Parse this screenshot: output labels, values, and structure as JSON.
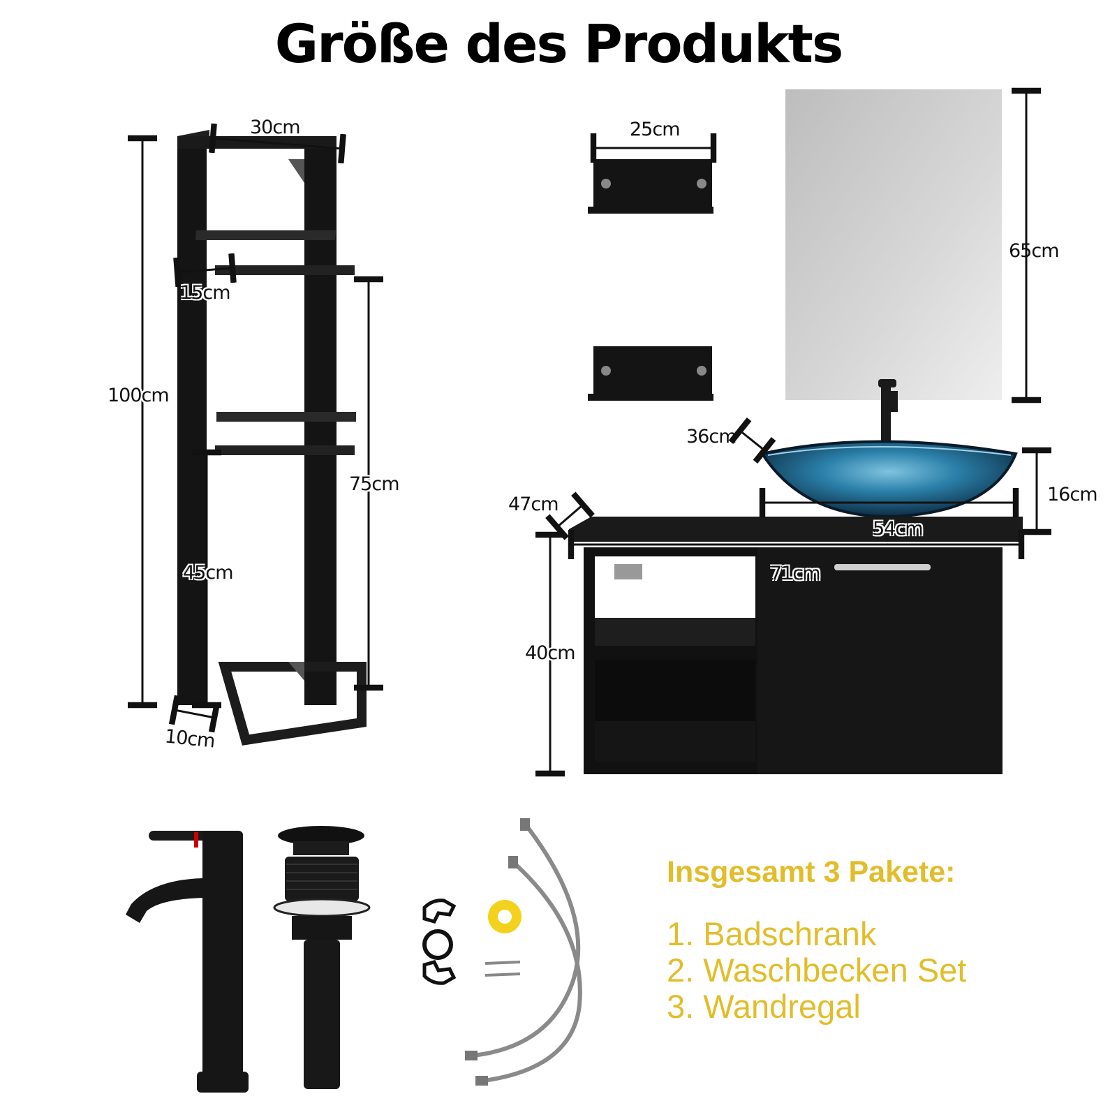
{
  "title": "Größe des Produkts",
  "dimensions": {
    "shelf_width": "30cm",
    "shelf_height": "100cm",
    "shelf_depth": "15cm",
    "shelf_inner_height": "75cm",
    "shelf_lower_height": "45cm",
    "shelf_frame_depth": "10cm",
    "wall_shelf_width": "25cm",
    "mirror_height": "65cm",
    "basin_depth": "36cm",
    "basin_height": "16cm",
    "basin_width": "54cm",
    "cabinet_depth": "47cm",
    "cabinet_width": "71cm",
    "cabinet_height": "40cm"
  },
  "packages": {
    "heading": "Insgesamt 3 Pakete:",
    "items": [
      "1. Badschrank",
      "2. Waschbecken Set",
      "3. Wandregal"
    ]
  },
  "colors": {
    "accent": "#e2bd2a",
    "furniture": "#141414",
    "basin_blue": "#2a7fa8",
    "mirror": "#cfcfcf"
  },
  "icons": [
    "faucet-icon",
    "drain-icon",
    "fittings-icon",
    "hoses-icon"
  ]
}
